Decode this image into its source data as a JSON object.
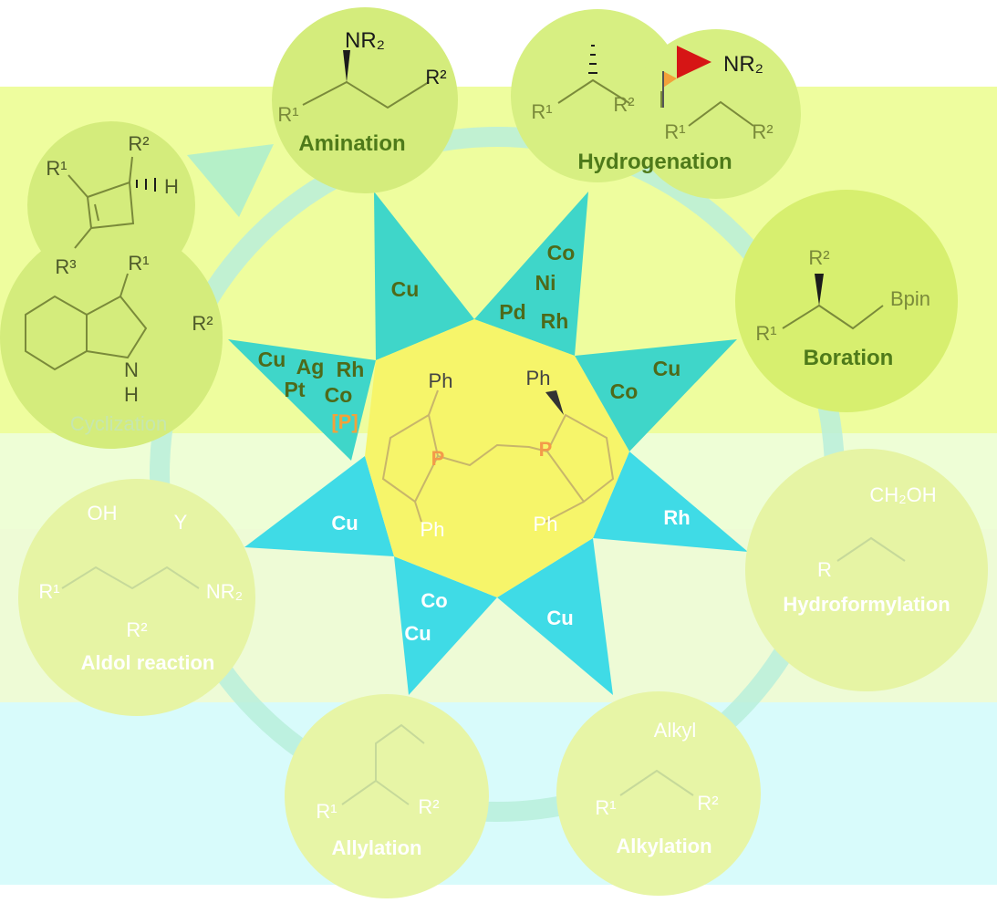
{
  "center": {
    "ligand": {
      "p_label": "P",
      "ph_label": "Ph",
      "tag": "[P]"
    }
  },
  "catalysts": [
    {
      "id": "amination",
      "lines": [
        "Cu"
      ]
    },
    {
      "id": "hydrogenation",
      "lines": [
        "Co",
        "Ni",
        "Pd",
        "Rh"
      ]
    },
    {
      "id": "boration",
      "lines": [
        "Cu",
        "Co"
      ]
    },
    {
      "id": "hydroformylation",
      "lines": [
        "Rh"
      ]
    },
    {
      "id": "alkylation",
      "lines": [
        "Cu"
      ]
    },
    {
      "id": "allylation",
      "lines": [
        "Co",
        "Cu"
      ]
    },
    {
      "id": "aldol",
      "lines": [
        "Cu"
      ]
    },
    {
      "id": "cyclization",
      "lines": [
        "Cu",
        "Ag",
        "Rh",
        "Pt",
        "Co"
      ]
    }
  ],
  "reactions": [
    {
      "id": "amination",
      "name": "Amination"
    },
    {
      "id": "hydrogenation",
      "name": "Hydrogenation"
    },
    {
      "id": "boration",
      "name": "Boration"
    },
    {
      "id": "hydroformylation",
      "name": "Hydroformylation"
    },
    {
      "id": "alkylation",
      "name": "Alkylation"
    },
    {
      "id": "allylation",
      "name": "Allylation"
    },
    {
      "id": "aldol",
      "name": "Aldol reaction"
    },
    {
      "id": "cyclization",
      "name": "Cyclization"
    }
  ],
  "structures": {
    "amination": {
      "top": "NR₂",
      "left": "R¹",
      "right": "R²"
    },
    "hydrogenation": {
      "top": "NR₂",
      "left": "R¹",
      "right": "R²"
    },
    "boration": {
      "top": "R²",
      "left": "R¹",
      "right": "Bpin"
    },
    "hydroformylation": {
      "top": "CH₂OH",
      "left": "R"
    },
    "alkylation": {
      "top": "Alkyl",
      "left": "R¹",
      "right": "R²"
    },
    "allylation": {
      "left": "R¹",
      "right": "R²"
    },
    "aldol": {
      "oh": "OH",
      "o": "Y",
      "left": "R¹",
      "right": "NR₂",
      "bottom": "R²"
    },
    "cyclization": {
      "cb_r1": "R¹",
      "cb_r2": "R²",
      "cb_r3": "R³",
      "cb_h": "H",
      "ind_r1": "R¹",
      "ind_r2": "R²",
      "ind_nh": "N",
      "ind_h": "H"
    }
  },
  "colors": {
    "bubble": "#d9f06a",
    "bubble_light": "#e8f7a6",
    "cyan": "#3fd6d0",
    "center": "#f6f56a",
    "text_green": "#4e7a1a",
    "phosphorus": "#f39a4a",
    "flag": "#d61515"
  }
}
